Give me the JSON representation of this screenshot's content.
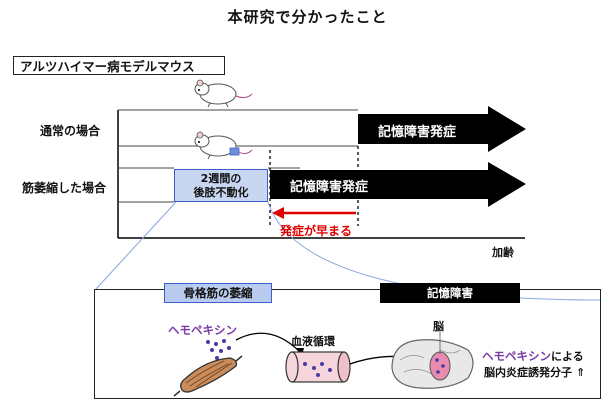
{
  "title": "本研究で分かったこと",
  "model_label": "アルツハイマー病モデルマウス",
  "rows": {
    "normal": "通常の場合",
    "atrophy": "筋萎縮した場合"
  },
  "intervention_box": {
    "line1": "2週間の",
    "line2": "後肢不動化"
  },
  "arrow_normal_label": "記憶障害発症",
  "arrow_atrophy_label": "記憶障害発症",
  "earlier_onset": "発症が早まる",
  "axis_label": "加齢",
  "panel": {
    "left_header": "骨格筋の萎縮",
    "right_header": "記憶障害",
    "hemopexin": "ヘモペキシン",
    "blood": "血液循環",
    "brain": "脳",
    "result_line1_a": "ヘモペキシン",
    "result_line1_b": "による",
    "result_line2": "脳内炎症誘発分子 ⇑"
  },
  "colors": {
    "blue_fill": "#c7d7f1",
    "blue_border": "#3a5fc8",
    "red": "#e00000",
    "purple": "#7b3aa8",
    "arrow": "#000000"
  }
}
